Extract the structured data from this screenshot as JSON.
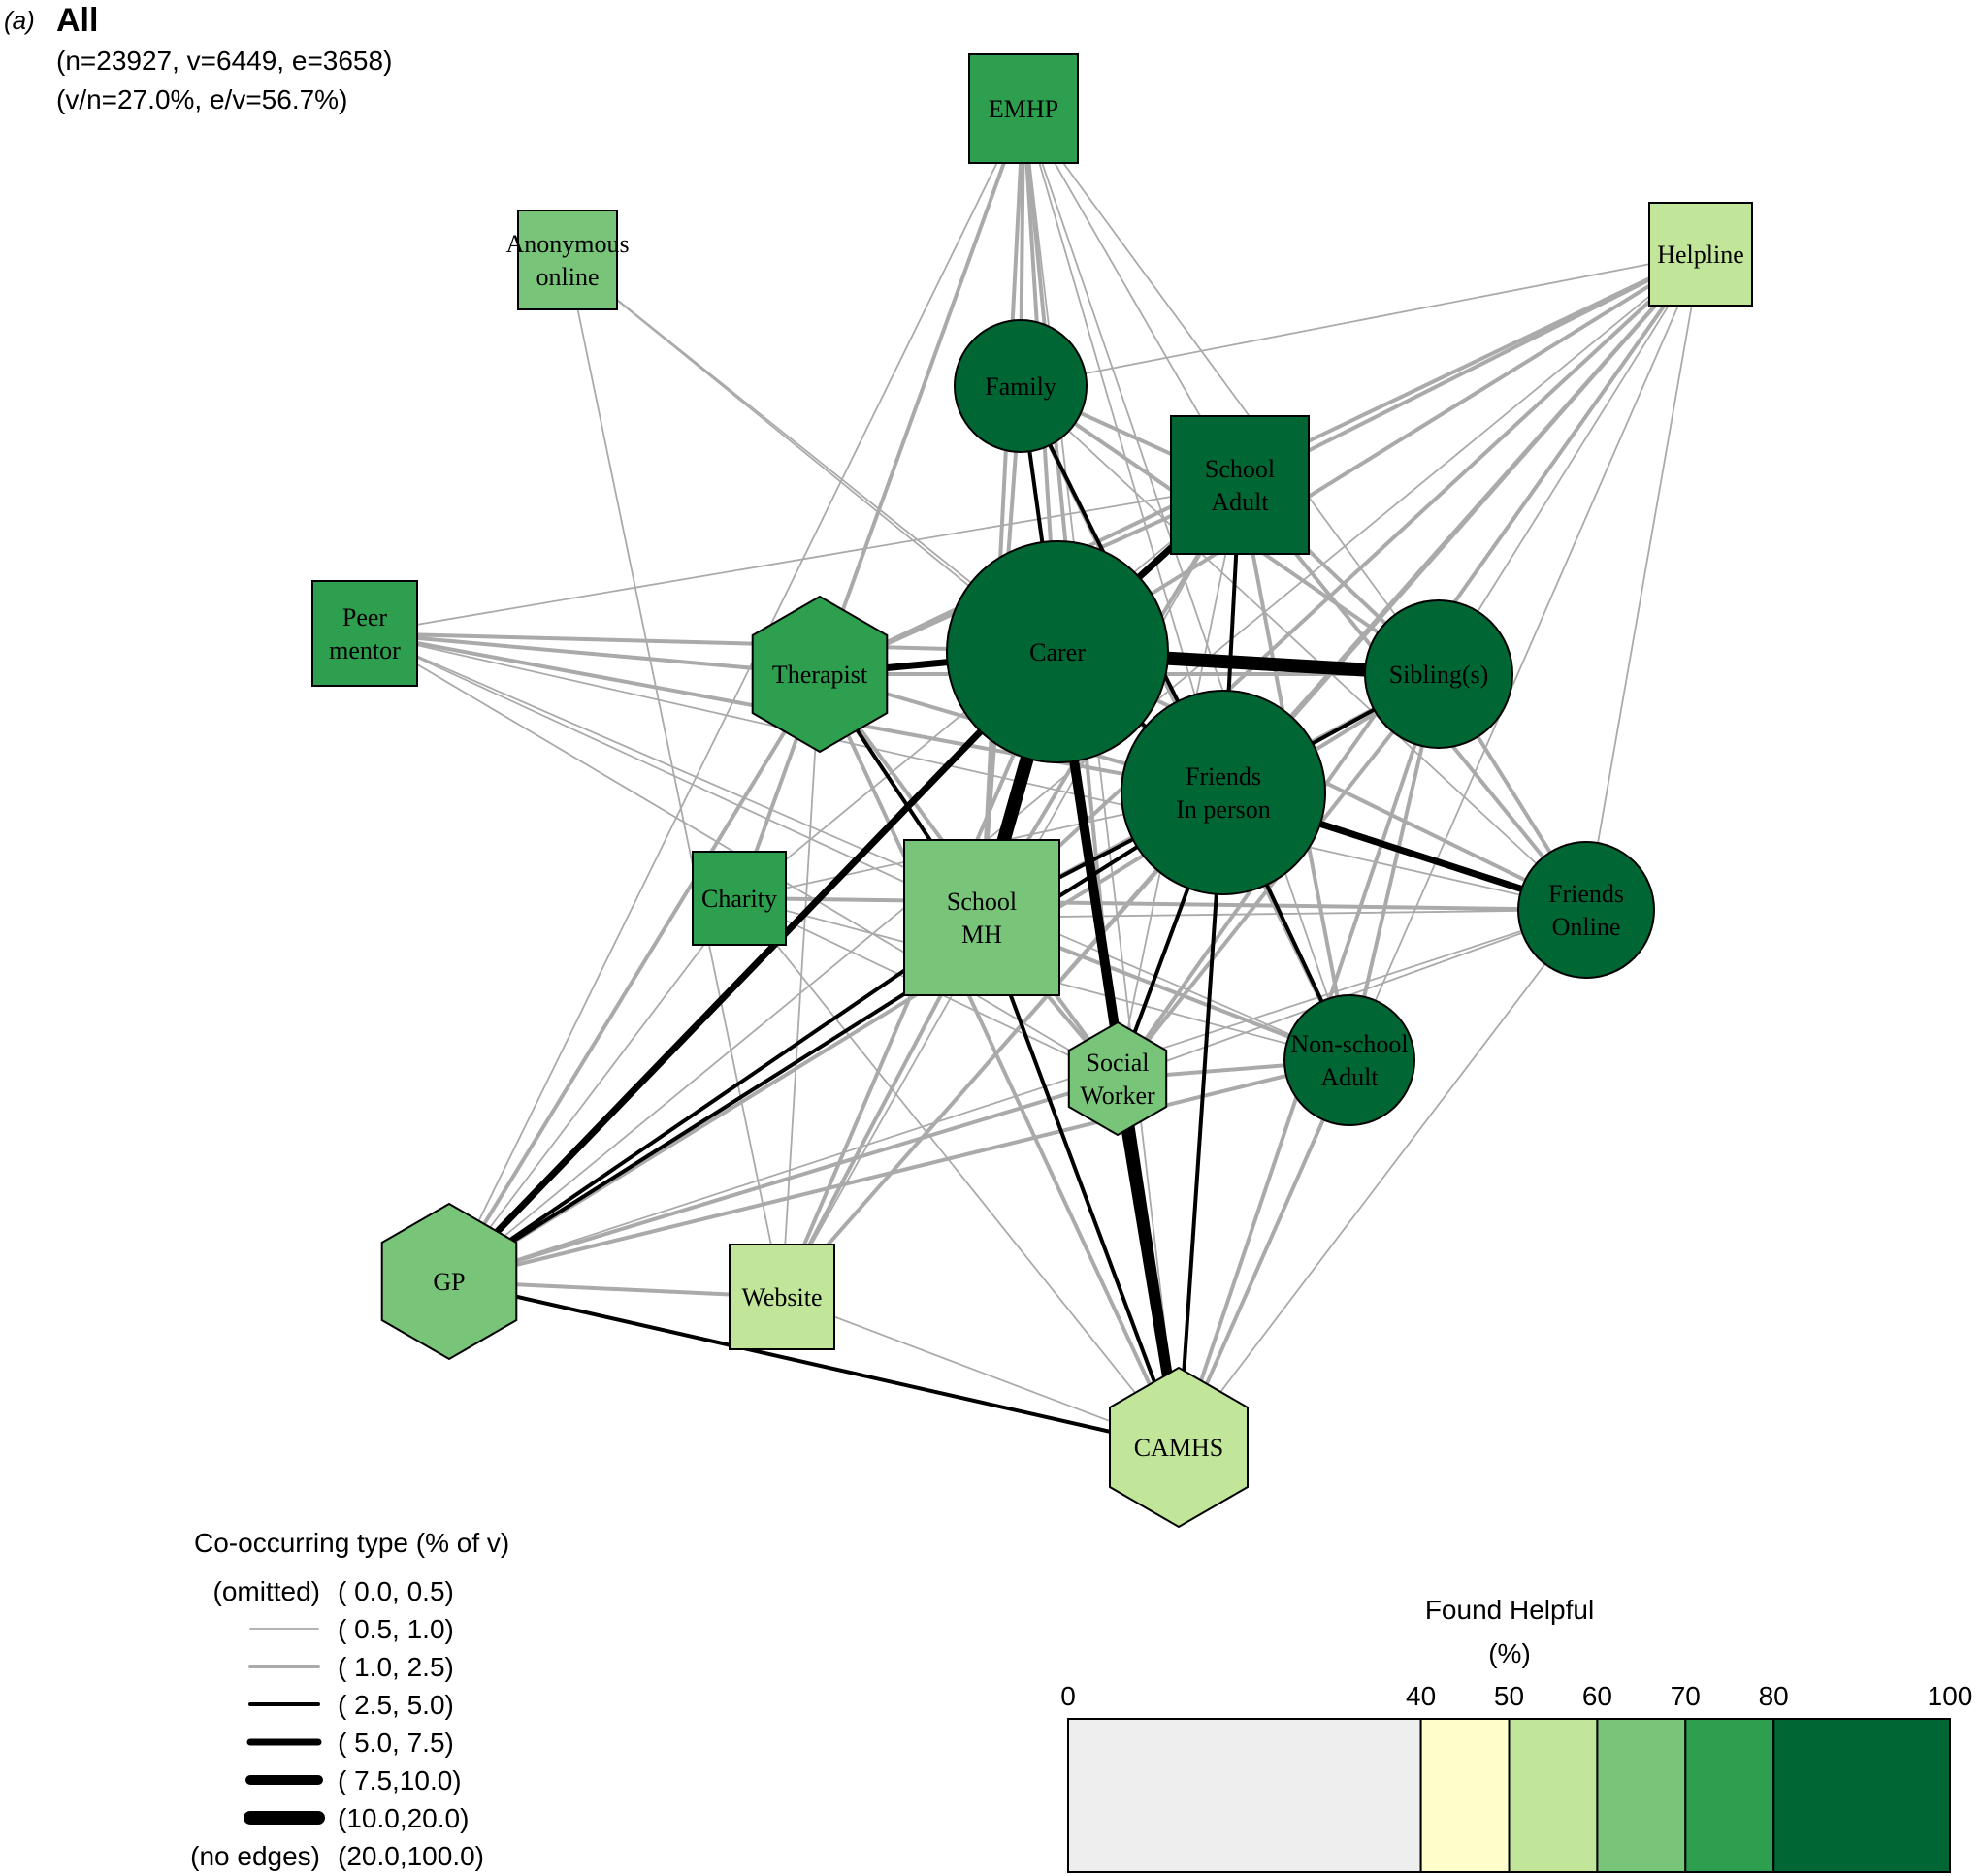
{
  "panel": {
    "letter": "(a)",
    "title": "All",
    "stats_line1": "(n=23927, v=6449, e=3658)",
    "stats_line2": "(v/n=27.0%, e/v=56.7%)"
  },
  "colors": {
    "very_dark": "#006633",
    "dark": "#2e9e4f",
    "medium": "#78c479",
    "light": "#c2e699",
    "pale": "#ffffcc",
    "none": "#eeeeee",
    "edge_gray": "#aaaaaa",
    "edge_black": "#000000"
  },
  "nodes": [
    {
      "id": "emhp",
      "lines": [
        "EMHP"
      ],
      "color": "dark"
    },
    {
      "id": "anon",
      "lines": [
        "Anonymous",
        "online"
      ],
      "color": "medium"
    },
    {
      "id": "helpline",
      "lines": [
        "Helpline"
      ],
      "color": "light"
    },
    {
      "id": "family",
      "lines": [
        "Family"
      ],
      "color": "very_dark"
    },
    {
      "id": "schooladult",
      "lines": [
        "School",
        "Adult"
      ],
      "color": "very_dark"
    },
    {
      "id": "peer",
      "lines": [
        "Peer",
        "mentor"
      ],
      "color": "dark"
    },
    {
      "id": "therapist",
      "lines": [
        "Therapist"
      ],
      "color": "dark"
    },
    {
      "id": "carer",
      "lines": [
        "Carer"
      ],
      "color": "very_dark"
    },
    {
      "id": "sibling",
      "lines": [
        "Sibling(s)"
      ],
      "color": "very_dark"
    },
    {
      "id": "friendsip",
      "lines": [
        "Friends",
        "In person"
      ],
      "color": "very_dark"
    },
    {
      "id": "charity",
      "lines": [
        "Charity"
      ],
      "color": "dark"
    },
    {
      "id": "schoolmh",
      "lines": [
        "School",
        "MH"
      ],
      "color": "medium"
    },
    {
      "id": "friendsol",
      "lines": [
        "Friends",
        "Online"
      ],
      "color": "very_dark"
    },
    {
      "id": "social",
      "lines": [
        "Social",
        "Worker"
      ],
      "color": "medium"
    },
    {
      "id": "nonschool",
      "lines": [
        "Non-school",
        "Adult"
      ],
      "color": "very_dark"
    },
    {
      "id": "gp",
      "lines": [
        "GP"
      ],
      "color": "medium"
    },
    {
      "id": "website",
      "lines": [
        "Website"
      ],
      "color": "light"
    },
    {
      "id": "camhs",
      "lines": [
        "CAMHS"
      ],
      "color": "light"
    }
  ],
  "edges": [
    [
      "carer",
      "sibling",
      6
    ],
    [
      "carer",
      "schoolmh",
      6
    ],
    [
      "carer",
      "camhs",
      5
    ],
    [
      "carer",
      "gp",
      4
    ],
    [
      "carer",
      "therapist",
      4
    ],
    [
      "carer",
      "schooladult",
      4
    ],
    [
      "carer",
      "family",
      3
    ],
    [
      "carer",
      "friendsip",
      3
    ],
    [
      "friendsip",
      "sibling",
      3
    ],
    [
      "friendsip",
      "friendsol",
      4
    ],
    [
      "friendsip",
      "schoolmh",
      3
    ],
    [
      "friendsip",
      "nonschool",
      3
    ],
    [
      "friendsip",
      "camhs",
      3
    ],
    [
      "friendsip",
      "gp",
      3
    ],
    [
      "friendsip",
      "social",
      3
    ],
    [
      "friendsol",
      "sibling",
      2
    ],
    [
      "schooladult",
      "friendsip",
      3
    ],
    [
      "schooladult",
      "therapist",
      2
    ],
    [
      "schooladult",
      "schoolmh",
      2
    ],
    [
      "schooladult",
      "nonschool",
      2
    ],
    [
      "family",
      "friendsip",
      3
    ],
    [
      "family",
      "sibling",
      2
    ],
    [
      "family",
      "schooladult",
      2
    ],
    [
      "family",
      "schoolmh",
      2
    ],
    [
      "therapist",
      "schoolmh",
      3
    ],
    [
      "therapist",
      "camhs",
      2
    ],
    [
      "therapist",
      "friendsip",
      2
    ],
    [
      "therapist",
      "gp",
      2
    ],
    [
      "schoolmh",
      "gp",
      3
    ],
    [
      "schoolmh",
      "camhs",
      3
    ],
    [
      "schoolmh",
      "website",
      2
    ],
    [
      "schoolmh",
      "social",
      2
    ],
    [
      "gp",
      "camhs",
      3
    ],
    [
      "social",
      "camhs",
      5
    ],
    [
      "camhs",
      "nonschool",
      2
    ],
    [
      "camhs",
      "website",
      1
    ],
    [
      "gp",
      "website",
      2
    ],
    [
      "gp",
      "nonschool",
      2
    ],
    [
      "gp",
      "charity",
      1
    ],
    [
      "gp",
      "social",
      2
    ],
    [
      "emhp",
      "family",
      2
    ],
    [
      "emhp",
      "carer",
      2
    ],
    [
      "emhp",
      "schoolmh",
      2
    ],
    [
      "emhp",
      "therapist",
      2
    ],
    [
      "emhp",
      "friendsip",
      1
    ],
    [
      "emhp",
      "sibling",
      1
    ],
    [
      "emhp",
      "schooladult",
      1
    ],
    [
      "emhp",
      "charity",
      1
    ],
    [
      "emhp",
      "gp",
      1
    ],
    [
      "emhp",
      "camhs",
      1
    ],
    [
      "emhp",
      "social",
      2
    ],
    [
      "emhp",
      "nonschool",
      1
    ],
    [
      "helpline",
      "carer",
      2
    ],
    [
      "helpline",
      "friendsip",
      2
    ],
    [
      "helpline",
      "schooladult",
      2
    ],
    [
      "helpline",
      "therapist",
      2
    ],
    [
      "helpline",
      "schoolmh",
      2
    ],
    [
      "helpline",
      "social",
      2
    ],
    [
      "helpline",
      "sibling",
      1
    ],
    [
      "helpline",
      "family",
      1
    ],
    [
      "helpline",
      "nonschool",
      1
    ],
    [
      "helpline",
      "gp",
      1
    ],
    [
      "helpline",
      "website",
      2
    ],
    [
      "helpline",
      "friendsol",
      1
    ],
    [
      "peer",
      "carer",
      2
    ],
    [
      "peer",
      "therapist",
      2
    ],
    [
      "peer",
      "friendsip",
      2
    ],
    [
      "peer",
      "schooladult",
      1
    ],
    [
      "peer",
      "schoolmh",
      1
    ],
    [
      "peer",
      "nonschool",
      1
    ],
    [
      "peer",
      "social",
      1
    ],
    [
      "peer",
      "friendsol",
      1
    ],
    [
      "anon",
      "carer",
      1
    ],
    [
      "anon",
      "website",
      1
    ],
    [
      "anon",
      "friendsip",
      1
    ],
    [
      "charity",
      "friendsip",
      1
    ],
    [
      "charity",
      "therapist",
      2
    ],
    [
      "charity",
      "camhs",
      1
    ],
    [
      "charity",
      "social",
      1
    ],
    [
      "charity",
      "schooladult",
      1
    ],
    [
      "charity",
      "nonschool",
      1
    ],
    [
      "charity",
      "friendsol",
      2
    ],
    [
      "website",
      "carer",
      2
    ],
    [
      "website",
      "friendsip",
      1
    ],
    [
      "website",
      "therapist",
      1
    ],
    [
      "website",
      "schooladult",
      1
    ],
    [
      "nonschool",
      "sibling",
      2
    ],
    [
      "nonschool",
      "family",
      2
    ],
    [
      "nonschool",
      "schoolmh",
      2
    ],
    [
      "nonschool",
      "social",
      2
    ],
    [
      "social",
      "schooladult",
      1
    ],
    [
      "social",
      "therapist",
      2
    ],
    [
      "social",
      "family",
      1
    ],
    [
      "social",
      "friendsol",
      1
    ],
    [
      "friendsol",
      "camhs",
      1
    ],
    [
      "friendsol",
      "schoolmh",
      1
    ],
    [
      "friendsol",
      "schooladult",
      2
    ],
    [
      "friendsol",
      "gp",
      1
    ],
    [
      "friendsol",
      "carer",
      2
    ],
    [
      "friendsol",
      "family",
      1
    ],
    [
      "sibling",
      "schooladult",
      2
    ],
    [
      "sibling",
      "schoolmh",
      2
    ],
    [
      "sibling",
      "therapist",
      2
    ],
    [
      "sibling",
      "camhs",
      2
    ],
    [
      "sibling",
      "gp",
      2
    ],
    [
      "sibling",
      "social",
      2
    ]
  ],
  "edge_legend": {
    "title": "Co-occurring type (% of v)",
    "rows": [
      {
        "left": "(omitted)",
        "range": "( 0.0, 0.5)",
        "w": 0
      },
      {
        "left": "",
        "range": "( 0.5, 1.0)",
        "w": 1
      },
      {
        "left": "",
        "range": "( 1.0, 2.5)",
        "w": 2
      },
      {
        "left": "",
        "range": "( 2.5, 5.0)",
        "w": 3
      },
      {
        "left": "",
        "range": "( 5.0, 7.5)",
        "w": 4
      },
      {
        "left": "",
        "range": "( 7.5,10.0)",
        "w": 5
      },
      {
        "left": "",
        "range": "(10.0,20.0)",
        "w": 6
      },
      {
        "left": "(no edges)",
        "range": "(20.0,100.0)",
        "w": 0
      }
    ]
  },
  "color_legend": {
    "title": "Found Helpful",
    "subtitle": "(%)",
    "ticks": [
      "0",
      "40",
      "50",
      "60",
      "70",
      "80",
      "100"
    ],
    "tick_values": [
      0,
      40,
      50,
      60,
      70,
      80,
      100
    ],
    "bins": [
      {
        "from": 0,
        "to": 40,
        "color": "none"
      },
      {
        "from": 40,
        "to": 50,
        "color": "pale"
      },
      {
        "from": 50,
        "to": 60,
        "color": "light"
      },
      {
        "from": 60,
        "to": 70,
        "color": "medium"
      },
      {
        "from": 70,
        "to": 80,
        "color": "dark"
      },
      {
        "from": 80,
        "to": 100,
        "color": "very_dark"
      }
    ]
  }
}
